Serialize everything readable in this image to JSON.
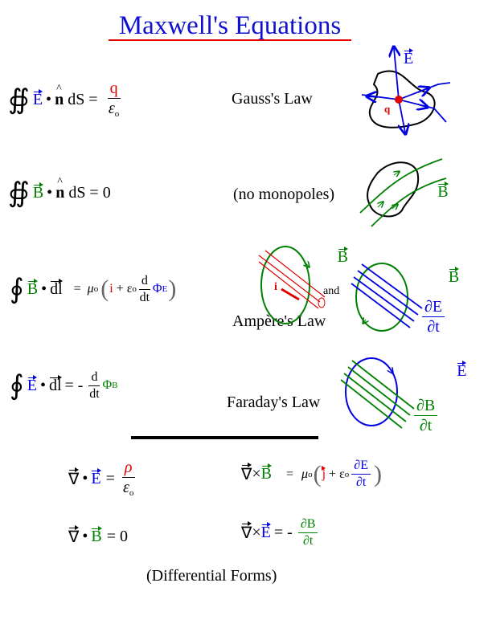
{
  "title": "Maxwell's Equations",
  "colors": {
    "title": "#1010d0",
    "underline": "#e00000",
    "E": "#0000e0",
    "B": "#008000",
    "charge": "#e00000"
  },
  "integral": {
    "gauss": {
      "integral": "∯",
      "field": "E",
      "dot": "•",
      "normal": "n",
      "rest": "dS =",
      "num": "q",
      "den": "ε",
      "den_sub": "o",
      "label": "Gauss's Law"
    },
    "monopole": {
      "integral": "∯",
      "field": "B",
      "dot": "•",
      "normal": "n",
      "rest": "dS = 0",
      "label": "(no monopoles)"
    },
    "ampere": {
      "integral": "∮",
      "field": "B",
      "dot": "•",
      "dl": "dl",
      "eq": "=",
      "mu": "μ",
      "mu_sub": "o",
      "lparen": "(",
      "i": "i",
      "plus": "+",
      "eps": "ε",
      "eps_sub": "o",
      "d": "d",
      "dt": "dt",
      "phi": "Φ",
      "phi_sub": "E",
      "rparen": ")",
      "label": "Ampère's Law",
      "and": "and"
    },
    "faraday": {
      "integral": "∮",
      "field": "E",
      "dot": "•",
      "dl": "dl",
      "eq": "= -",
      "d": "d",
      "dt": "dt",
      "phi": "Φ",
      "phi_sub": "B",
      "label": "Faraday's Law"
    }
  },
  "diagrams": {
    "gauss": {
      "field": "E",
      "charge": "q"
    },
    "monopole": {
      "field": "B"
    },
    "ampere_wire": {
      "field": "B",
      "current": "i"
    },
    "ampere_flux": {
      "field": "B",
      "num": "∂E",
      "den": "∂t"
    },
    "faraday": {
      "field": "E",
      "num": "∂B",
      "den": "∂t"
    }
  },
  "differential": {
    "heading": "(Differential Forms)",
    "divE": {
      "nabla": "∇",
      "op": "•",
      "field": "E",
      "eq": "=",
      "num": "ρ",
      "den": "ε",
      "den_sub": "o"
    },
    "curlB": {
      "nabla": "∇",
      "op": "×",
      "field": "B",
      "eq": "=",
      "mu": "μ",
      "mu_sub": "o",
      "lparen": "(",
      "j": "j",
      "plus": "+",
      "eps": "ε",
      "eps_sub": "o",
      "num": "∂E",
      "den": "∂t",
      "rparen": ")"
    },
    "divB": {
      "nabla": "∇",
      "op": "•",
      "field": "B",
      "rest": "= 0"
    },
    "curlE": {
      "nabla": "∇",
      "op": "×",
      "field": "E",
      "eq": "= -",
      "num": "∂B",
      "den": "∂t"
    }
  }
}
